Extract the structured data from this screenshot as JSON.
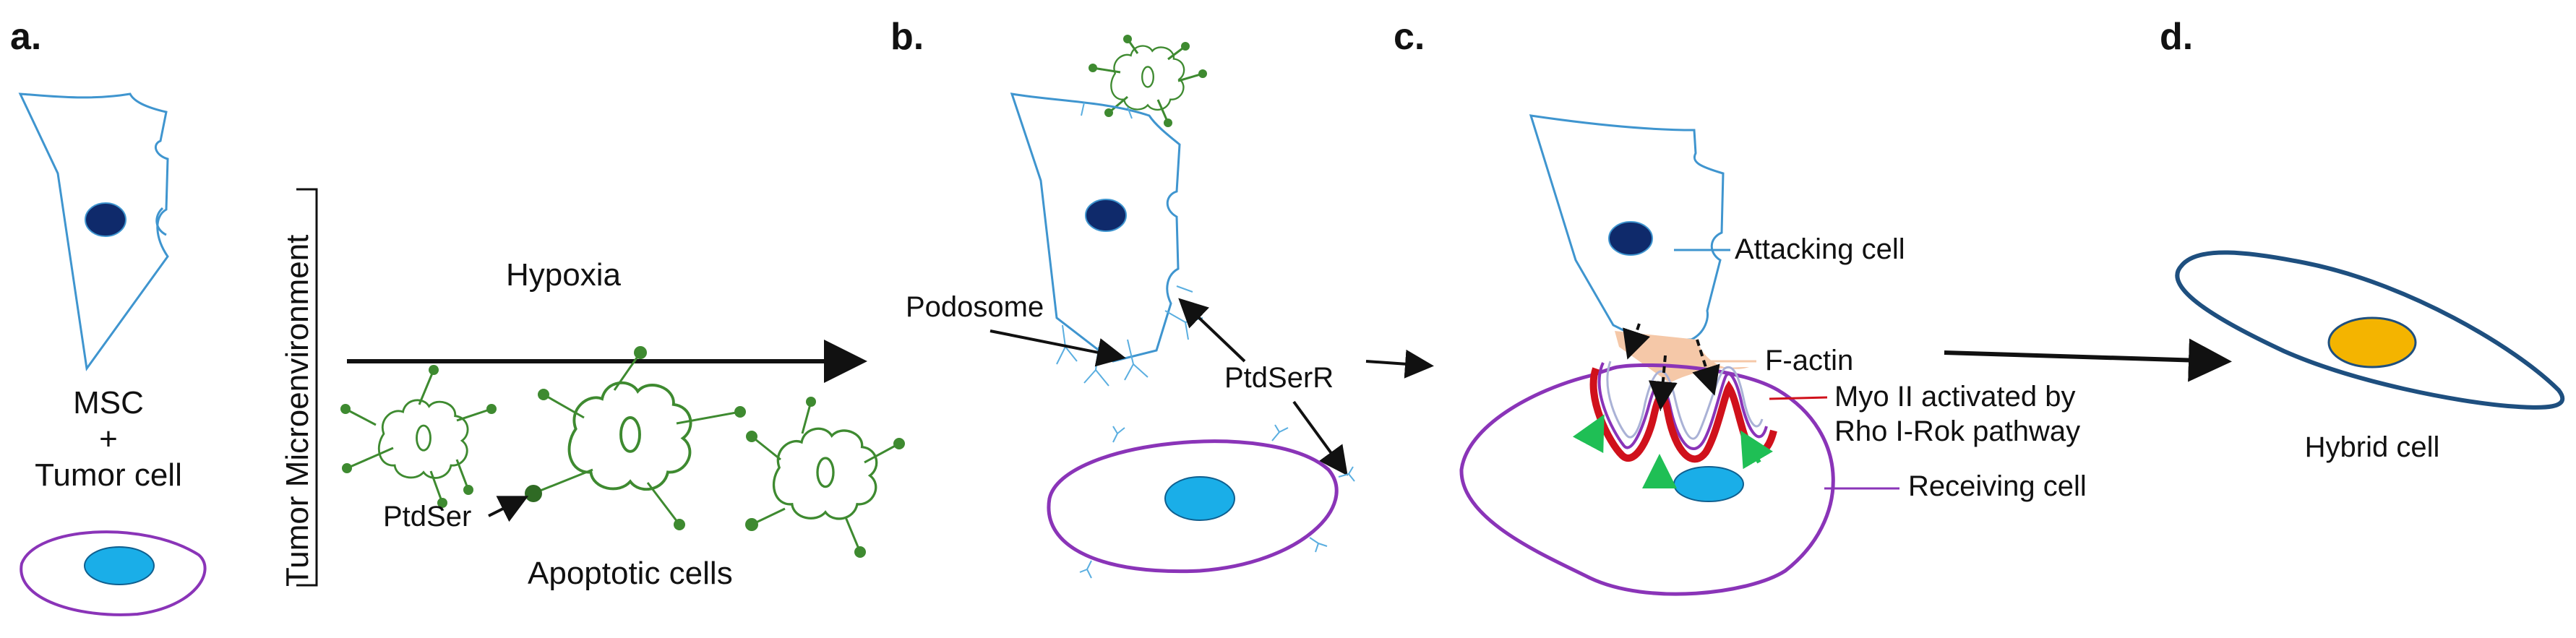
{
  "panels": {
    "a": "a.",
    "b": "b.",
    "c": "c.",
    "d": "d."
  },
  "panel_a": {
    "msc_line1": "MSC",
    "msc_line2": "+",
    "msc_line3": "Tumor cell",
    "microenvironment": "Tumor Microenvironment",
    "hypoxia": "Hypoxia",
    "ptdser": "PtdSer",
    "apoptotic": "Apoptotic cells"
  },
  "panel_b": {
    "podosome": "Podosome",
    "ptdserr": "PtdSerR"
  },
  "panel_c": {
    "attacking": "Attacking cell",
    "factin": "F-actin",
    "myo_line1": "Myo II activated by",
    "myo_line2": "Rho I-Rok pathway",
    "receiving": "Receiving cell"
  },
  "panel_d": {
    "hybrid": "Hybrid cell"
  },
  "colors": {
    "msc": "#3f95cf",
    "nucleus_dark": "#0f2a6b",
    "tumor": "#8a34b8",
    "nucleus_light": "#1aaee8",
    "apoptotic": "#3e8a30",
    "myo": "#d0111b",
    "factin": "#f5c8a8",
    "green_arrow": "#1fbf55",
    "hybrid_outline": "#1e4f7f",
    "hybrid_nucleus": "#f4b400"
  }
}
